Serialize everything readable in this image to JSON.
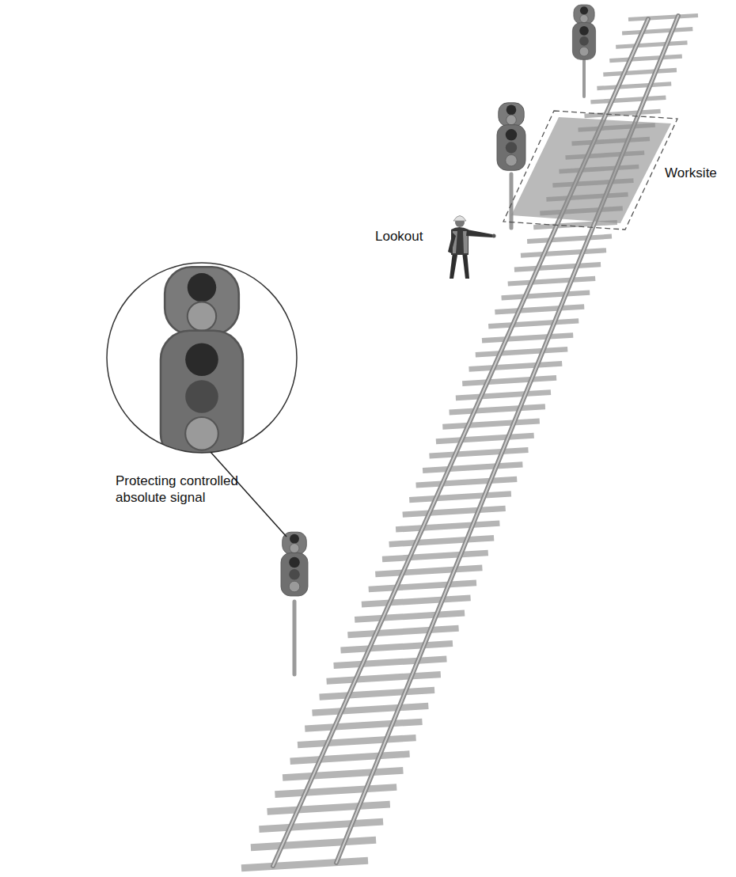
{
  "diagram": {
    "nodes": [
      {
        "text": [
          "Worksite"
        ]
      }
    ],
    "labels": [
      "Lookout",
      "Protecting controlled absolute signal"
    ]
  }
}
